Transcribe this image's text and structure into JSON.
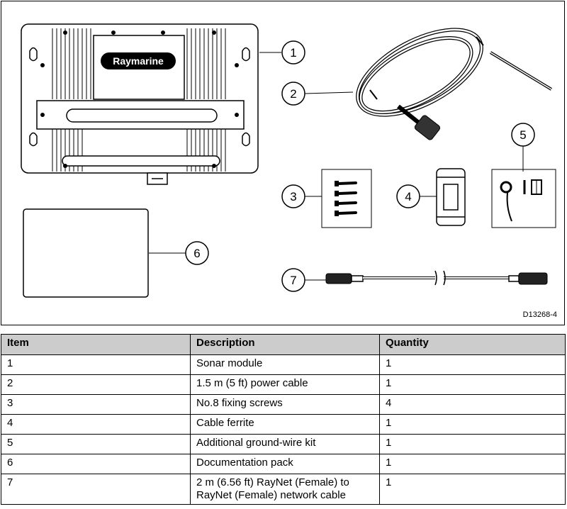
{
  "figure": {
    "drawing_id": "D13268-4",
    "brand_logo": "Raymarine",
    "callouts": [
      "1",
      "2",
      "3",
      "4",
      "5",
      "6",
      "7"
    ]
  },
  "table": {
    "headers": [
      "Item",
      "Description",
      "Quantity"
    ],
    "rows": [
      {
        "item": "1",
        "description": "Sonar module",
        "quantity": "1"
      },
      {
        "item": "2",
        "description": "1.5 m (5 ft) power cable",
        "quantity": "1"
      },
      {
        "item": "3",
        "description": "No.8 fixing screws",
        "quantity": "4"
      },
      {
        "item": "4",
        "description": "Cable ferrite",
        "quantity": "1"
      },
      {
        "item": "5",
        "description": "Additional ground-wire kit",
        "quantity": "1"
      },
      {
        "item": "6",
        "description": "Documentation pack",
        "quantity": "1"
      },
      {
        "item": "7",
        "description": "2 m (6.56 ft) RayNet (Female) to RayNet (Female) network cable",
        "quantity": "1"
      }
    ]
  }
}
